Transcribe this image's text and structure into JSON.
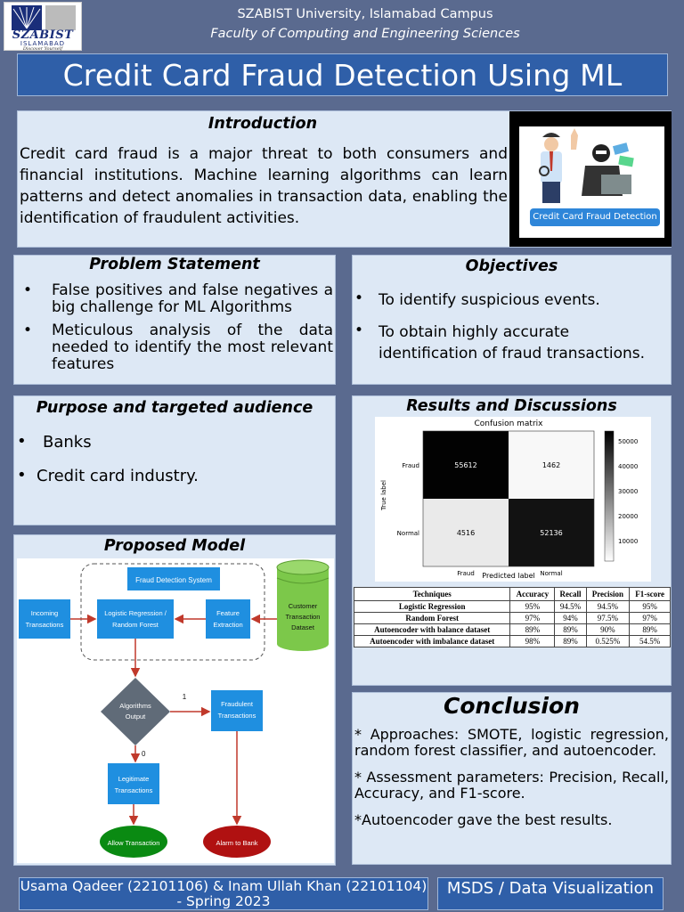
{
  "logo": {
    "name": "SZABIST",
    "sub": "ISLAMABAD",
    "tagline": "Discover Yourself"
  },
  "header": {
    "university": "SZABIST University, Islamabad Campus",
    "faculty": "Faculty of Computing and Engineering Sciences",
    "title": "Credit Card Fraud Detection Using ML"
  },
  "introduction": {
    "heading": "Introduction",
    "text": "Credit card fraud is a major threat to both consumers and financial institutions. Machine learning algorithms can learn patterns and detect anomalies in transaction data, enabling the identification of fraudulent activities.",
    "image_caption": "Credit Card Fraud Detection"
  },
  "problem": {
    "heading": "Problem Statement",
    "items": [
      "False positives and false negatives a big challenge for ML Algorithms",
      "Meticulous analysis of the data needed to identify the most relevant features"
    ]
  },
  "objectives": {
    "heading": "Objectives",
    "items": [
      "To identify suspicious events.",
      "To obtain highly accurate identification of fraud transactions."
    ]
  },
  "purpose": {
    "heading": "Purpose and targeted audience",
    "items": [
      "Banks",
      "Credit card industry."
    ]
  },
  "results": {
    "heading": "Results and Discussions",
    "confusion_matrix": {
      "title": "Confusion matrix",
      "xlabel": "Predicted label",
      "ylabel": "True label",
      "labels": [
        "Fraud",
        "Normal"
      ],
      "values": [
        [
          55612,
          1462
        ],
        [
          4516,
          52136
        ]
      ],
      "colorbar_ticks": [
        "50000",
        "40000",
        "30000",
        "20000",
        "10000"
      ]
    },
    "table": {
      "headers": [
        "Techniques",
        "Accuracy",
        "Recall",
        "Precision",
        "F1-score"
      ],
      "rows": [
        [
          "Logistic Regression",
          "95%",
          "94.5%",
          "94.5%",
          "95%"
        ],
        [
          "Random Forest",
          "97%",
          "94%",
          "97.5%",
          "97%"
        ],
        [
          "Autoencoder with balance dataset",
          "89%",
          "89%",
          "90%",
          "89%"
        ],
        [
          "Autoencoder with imbalance dataset",
          "98%",
          "89%",
          "0.525%",
          "54.5%"
        ]
      ]
    }
  },
  "proposed": {
    "heading": "Proposed Model",
    "nodes": {
      "system": "Fraud Detection System",
      "incoming": "Incoming Transactions",
      "model": "Logistic Regression / Random Forest",
      "feature": "Feature Extraction",
      "dataset": "Customer Transaction Dataset",
      "decision": "Algorithms Output",
      "fraudulent": "Fraudulent Transactions",
      "legitimate": "Legitimate Transactions",
      "allow": "Allow Transaction",
      "alarm": "Alarm to Bank",
      "edge1": "1",
      "edge0": "0"
    }
  },
  "conclusion": {
    "heading": "Conclusion",
    "items": [
      "* Approaches: SMOTE, logistic regression, random forest classifier, and autoencoder.",
      "* Assessment parameters: Precision, Recall, Accuracy, and F1-score.",
      "*Autoencoder gave the best results."
    ]
  },
  "footer": {
    "authors": "Usama Qadeer (22101106) & Inam Ullah Khan (22101104) - Spring 2023",
    "program": "MSDS / Data Visualization"
  },
  "colors": {
    "background": "#5a6a8f",
    "panel": "#dde8f5",
    "banner": "#2f5fa8",
    "flow_box": "#1f8fe0",
    "allow": "#0a8a12",
    "alarm": "#b01111",
    "dataset": "#7cc84a"
  }
}
